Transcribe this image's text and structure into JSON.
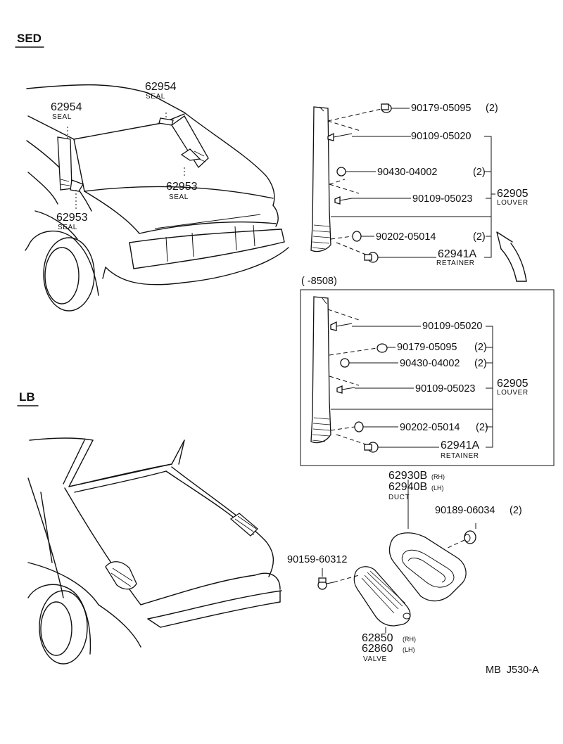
{
  "sections": {
    "sedan": "SED",
    "liftback": "LB"
  },
  "sed_parts": {
    "seal_upper_right": {
      "number": "62954",
      "name": "SEAL"
    },
    "seal_upper_left": {
      "number": "62954",
      "name": "SEAL"
    },
    "seal_lower_right": {
      "number": "62953",
      "name": "SEAL"
    },
    "seal_lower_left": {
      "number": "62953",
      "name": "SEAL"
    }
  },
  "louver_top": {
    "parts": [
      {
        "number": "90179-05095",
        "qty": "(2)"
      },
      {
        "number": "90109-05020",
        "qty": ""
      },
      {
        "number": "90430-04002",
        "qty": "(2)"
      },
      {
        "number": "90109-05023",
        "qty": ""
      },
      {
        "number": "90202-05014",
        "qty": "(2)"
      }
    ],
    "louver": {
      "number": "62905",
      "name": "LOUVER"
    },
    "retainer": {
      "number": "62941A",
      "name": "RETAINER"
    }
  },
  "louver_box": {
    "range": "(      -8508)",
    "parts": [
      {
        "number": "90109-05020",
        "qty": ""
      },
      {
        "number": "90179-05095",
        "qty": "(2)"
      },
      {
        "number": "90430-04002",
        "qty": "(2)"
      },
      {
        "number": "90109-05023",
        "qty": ""
      },
      {
        "number": "90202-05014",
        "qty": "(2)"
      }
    ],
    "louver": {
      "number": "62905",
      "name": "LOUVER"
    },
    "retainer": {
      "number": "62941A",
      "name": "RETAINER"
    }
  },
  "duct_group": {
    "duct_rh": {
      "number": "62930B",
      "side": "(RH)"
    },
    "duct_lh": {
      "number": "62940B",
      "side": "(LH)"
    },
    "duct_name": "DUCT",
    "nut": {
      "number": "90189-06034",
      "qty": "(2)"
    },
    "screw": {
      "number": "90159-60312"
    },
    "valve_rh": {
      "number": "62850",
      "side": "(RH)"
    },
    "valve_lh": {
      "number": "62860",
      "side": "(LH)"
    },
    "valve_name": "VALVE"
  },
  "diagram_code": "MB  J530-A"
}
